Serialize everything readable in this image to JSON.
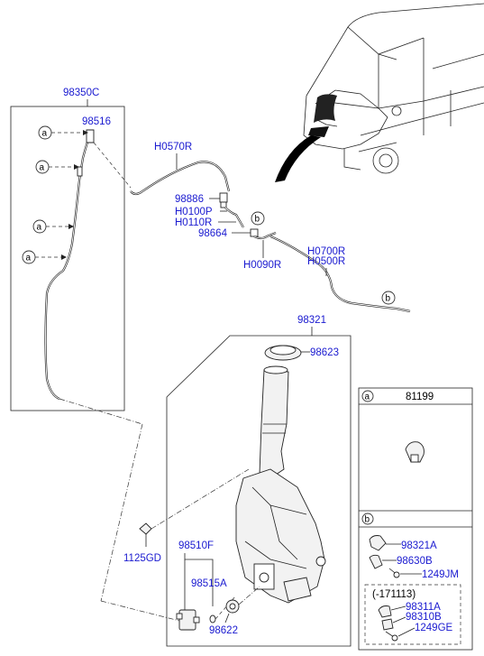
{
  "labels": {
    "p98350C": "98350C",
    "p98516": "98516",
    "pH0570R": "H0570R",
    "p98886": "98886",
    "pH0100P": "H0100P",
    "pH0110R": "H0110R",
    "p98664": "98664",
    "pH0090R": "H0090R",
    "pH0700R": "H0700R",
    "pH0500R": "H0500R",
    "p98321": "98321",
    "p98623": "98623",
    "p1125GD": "1125GD",
    "p98510F": "98510F",
    "p98515A": "98515A",
    "p98622": "98622"
  },
  "callouts": {
    "a": "a",
    "b": "b"
  },
  "legend": {
    "a": {
      "letter": "a",
      "part": "81199"
    },
    "b": {
      "letter": "b",
      "parts": [
        "98321A",
        "98630B",
        "1249JM"
      ],
      "sub_header": "(-171113)",
      "sub_parts": [
        "98311A",
        "98310B",
        "1249GE"
      ]
    }
  },
  "colors": {
    "part_link": "#1a1ad0",
    "line": "#222222"
  }
}
